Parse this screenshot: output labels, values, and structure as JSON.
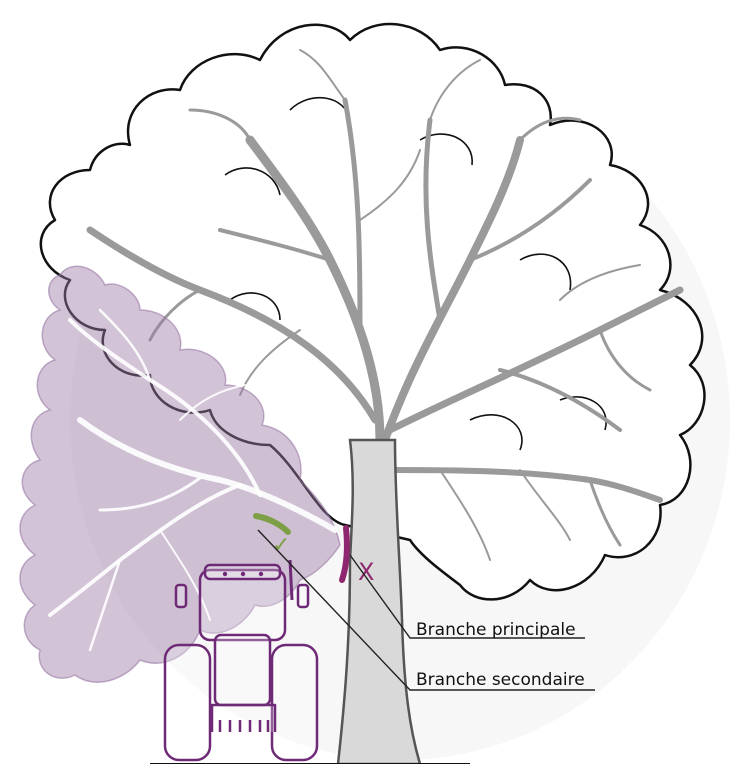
{
  "labels": {
    "main_branch": "Branche principale",
    "secondary_branch": "Branche secondaire"
  },
  "marks": {
    "good_cut": "✓",
    "bad_cut": "X"
  },
  "colors": {
    "trunk_fill": "#d9d9d9",
    "trunk_stroke": "#555555",
    "canopy_outline": "#111111",
    "removed_canopy_fill": "#9b7aa6",
    "tractor": "#6f2a77",
    "bad_cut_mark": "#8e2770",
    "good_cut_mark": "#7da046",
    "leader_line": "#222222"
  }
}
